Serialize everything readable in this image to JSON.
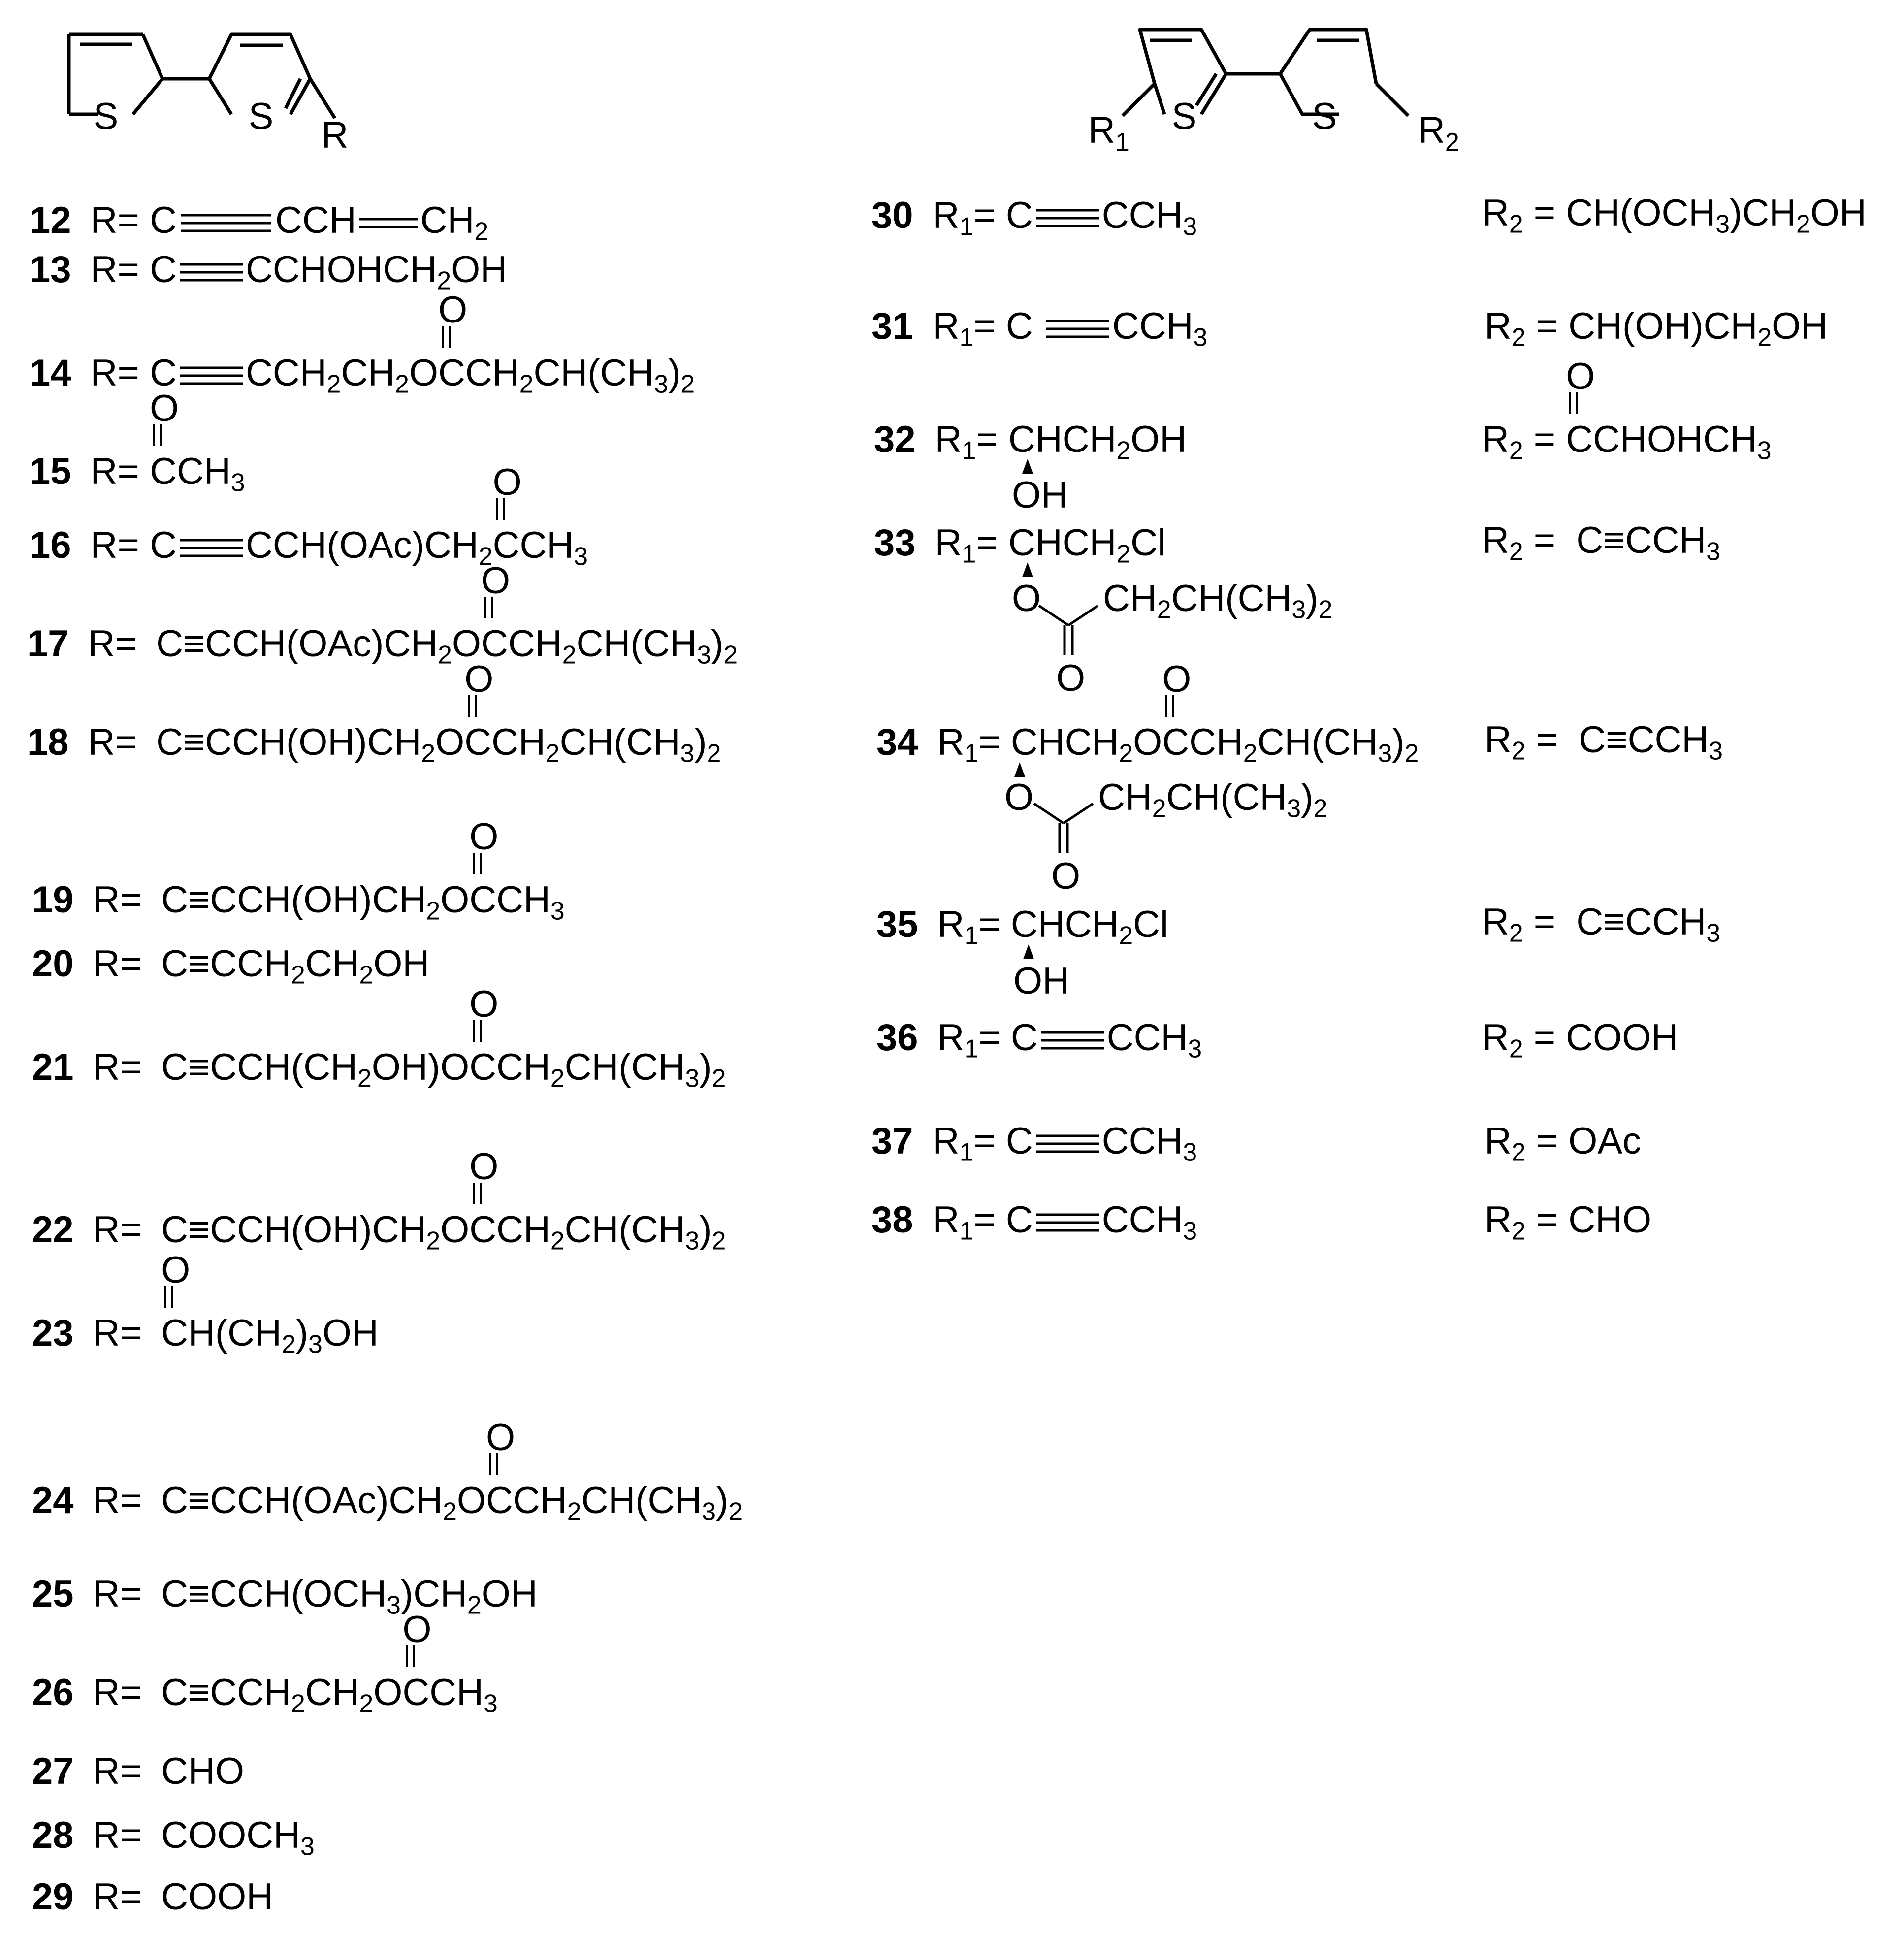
{
  "structures": {
    "mono": {
      "s1": "S",
      "s2": "S",
      "r": "R"
    },
    "bi": {
      "r1": "R",
      "r1_sub": "1",
      "r2": "R",
      "r2_sub": "2",
      "s1": "S",
      "s2": "S"
    }
  },
  "left_list": [
    {
      "num": "12",
      "label": "R=",
      "formula": "C≡CCH═CH₂"
    },
    {
      "num": "13",
      "label": "R=",
      "formula": "C≡CCHOHCH₂OH"
    },
    {
      "num": "14",
      "label": "R=",
      "formula": "C≡CCH₂CH₂OC(=O)CH₂CH(CH₃)₂"
    },
    {
      "num": "15",
      "label": "R=",
      "formula": "C(=O)CH₃"
    },
    {
      "num": "16",
      "label": "R=",
      "formula": "C≡CCH(OAc)CH₂C(=O)CH₃"
    },
    {
      "num": "17",
      "label": "R=",
      "formula": "C≡CCH(OAc)CH₂OC(=O)CH₂CH(CH₃)₂"
    },
    {
      "num": "18",
      "label": "R=",
      "formula": "C≡CCH(OH)CH₂OC(=O)CH₂CH(CH₃)₂"
    },
    {
      "num": "19",
      "label": "R=",
      "formula": "C≡CCH(OH)CH₂OC(=O)CH₃"
    },
    {
      "num": "20",
      "label": "R=",
      "formula": "C≡CCH₂CH₂OH"
    },
    {
      "num": "21",
      "label": "R=",
      "formula": "C≡CCH(CH₂OH)OC(=O)CH₂CH(CH₃)₂"
    },
    {
      "num": "22",
      "label": "R=",
      "formula": "C≡CCH(OH)CH₂OC(=O)CH₂CH(CH₃)₂"
    },
    {
      "num": "23",
      "label": "R=",
      "formula": "CH(=O)(CH₂)₃OH"
    },
    {
      "num": "24",
      "label": "R=",
      "formula": "C≡CCH(OAc)CH₂OC(=O)CH₂CH(CH₃)₂"
    },
    {
      "num": "25",
      "label": "R=",
      "formula": "C≡CCH(OCH₃)CH₂OH"
    },
    {
      "num": "26",
      "label": "R=",
      "formula": "C≡CCH₂CH₂OC(=O)CH₃"
    },
    {
      "num": "27",
      "label": "R=",
      "formula": "CHO"
    },
    {
      "num": "28",
      "label": "R=",
      "formula": "COOCH₃"
    },
    {
      "num": "29",
      "label": "R=",
      "formula": "COOH"
    }
  ],
  "right_list": [
    {
      "num": "30",
      "r1": "C≡CCH₃",
      "r2": "CH(OCH₃)CH₂OH"
    },
    {
      "num": "31",
      "r1": "C≡CCH₃",
      "r2": "CH(OH)CH₂OH"
    },
    {
      "num": "32",
      "r1": "CH(OH)CH₂OH",
      "r2": "C(=O)CHOHCH₃"
    },
    {
      "num": "33",
      "r1": "CH(OC(=O)CH₂CH(CH₃)₂)CH₂Cl",
      "r2": "C≡CCH₃"
    },
    {
      "num": "34",
      "r1": "CH(OC(=O)CH₂CH(CH₃)₂)CH₂OC(=O)CH₂CH(CH₃)₂",
      "r2": "C≡CCH₃"
    },
    {
      "num": "35",
      "r1": "CH(OH)CH₂Cl",
      "r2": "C≡CCH₃"
    },
    {
      "num": "36",
      "r1": "C≡CCH₃",
      "r2": "COOH"
    },
    {
      "num": "37",
      "r1": "C≡CCH₃",
      "r2": "OAc"
    },
    {
      "num": "38",
      "r1": "C≡CCH₃",
      "r2": "CHO"
    }
  ],
  "labels": {
    "r1_prefix": "R",
    "r1_sub": "1",
    "r2_prefix": "R",
    "r2_sub": "2",
    "eq": "="
  },
  "glyphs": {
    "o": "O",
    "oh": "OH",
    "sub2": "2",
    "sub3": "3"
  }
}
